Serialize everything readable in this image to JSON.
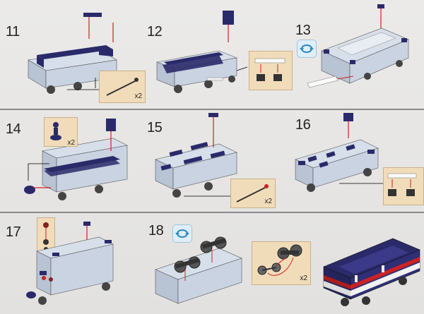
{
  "rows": [
    {
      "steps": [
        {
          "number": "11",
          "callout": {
            "qty": "x2"
          }
        },
        {
          "number": "12",
          "callout": {
            "qty": ""
          }
        },
        {
          "number": "13",
          "rotate": true
        }
      ]
    },
    {
      "steps": [
        {
          "number": "14",
          "callout": {
            "qty": "x2"
          }
        },
        {
          "number": "15",
          "callout": {
            "qty": "x2"
          }
        },
        {
          "number": "16",
          "callout": {
            "qty": ""
          }
        }
      ]
    },
    {
      "steps": [
        {
          "number": "17",
          "callout": {
            "qty": ""
          }
        },
        {
          "number": "18",
          "rotate": true,
          "callout": {
            "qty": "x2"
          }
        },
        {
          "number": "",
          "final": true
        }
      ]
    }
  ],
  "colors": {
    "brick": "#c9d3e2",
    "brickDark": "#9aa7ba",
    "navy": "#2a2a6a",
    "red": "#cc2222",
    "tan": "#f1dcba"
  }
}
